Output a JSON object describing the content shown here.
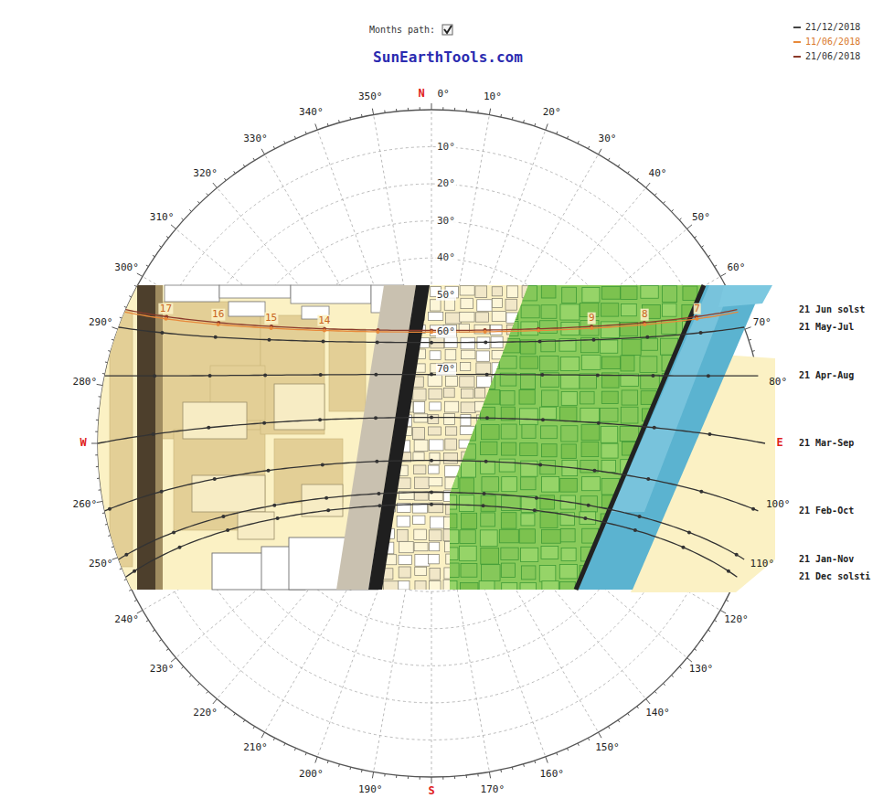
{
  "diagram": {
    "title": "SunEarthTools.com",
    "labels": [
      "Months path:",
      "N",
      "0°",
      "10°",
      "20°",
      "30°",
      "40°",
      "50°",
      "60°",
      "70°",
      "80°",
      "E",
      "100°",
      "110°",
      "120°",
      "130°",
      "140°",
      "150°",
      "160°",
      "170°",
      "S",
      "190°",
      "200°",
      "210°",
      "220°",
      "230°",
      "240°",
      "250°",
      "260°",
      "W",
      "280°",
      "290°",
      "300°",
      "310°",
      "320°",
      "330°",
      "340°",
      "350°",
      "10°",
      "20°",
      "30°",
      "40°",
      "50°",
      "60°",
      "70°",
      "21 Jun solst",
      "21 May-Jul",
      "21 Apr-Aug",
      "21 Mar-Sep",
      "21 Feb-Oct",
      "21 Jan-Nov",
      "21 Dec solsti",
      "17",
      "16",
      "15",
      "14",
      "9",
      "8",
      "7"
    ],
    "legend": [
      {
        "text": "21/12/2018"
      },
      {
        "text": "11/06/2018"
      },
      {
        "text": "21/06/2018"
      }
    ]
  }
}
